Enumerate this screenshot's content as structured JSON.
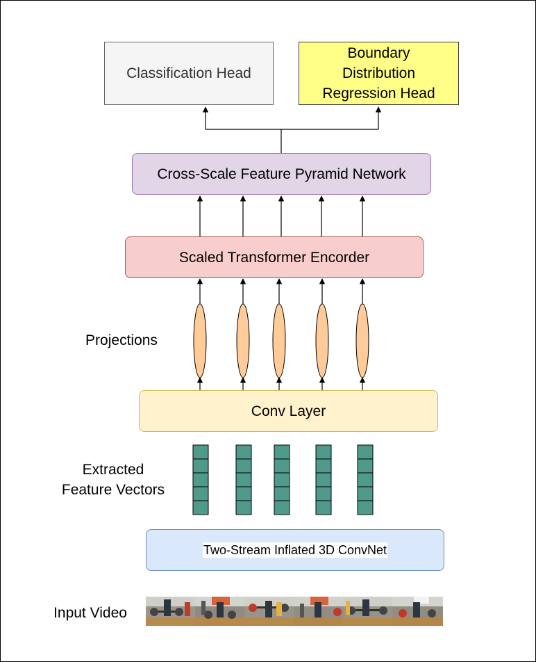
{
  "heads": {
    "classification": "Classification Head",
    "boundary_lines": [
      "Boundary",
      "Distribution",
      "Regression Head"
    ]
  },
  "blocks": {
    "pyramid": "Cross-Scale Feature Pyramid Network",
    "encoder": "Scaled Transformer Encorder",
    "conv": "Conv Layer",
    "i3d": "Two-Stream Inflated 3D ConvNet"
  },
  "labels": {
    "projections": "Projections",
    "extracted_lines": [
      "Extracted",
      "Feature Vectors"
    ],
    "input_video": "Input Video"
  },
  "colors": {
    "classification_fill": "#f5f5f5",
    "boundary_fill": "#ffff88",
    "pyramid_fill": "#e1d5e7",
    "encoder_fill": "#f8cecc",
    "conv_fill": "#fff2cc",
    "i3d_fill": "#dae8fc",
    "projection_fill": "#ffcc99",
    "feature_fill": "#4f9a8a"
  },
  "icons": {
    "arrowhead": "arrow-up-icon",
    "video_frames": "video-frame-thumbnails"
  }
}
